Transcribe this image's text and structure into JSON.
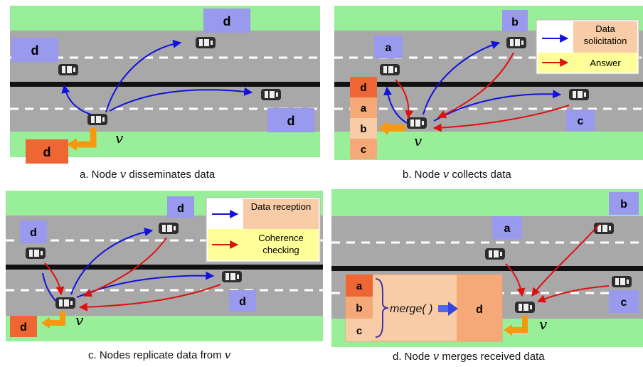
{
  "colors": {
    "grass": "#99ee99",
    "road": "#a8a8a8",
    "median": "#111111",
    "dash": "#ffffff",
    "data_box": "#9999ee",
    "store_dark": "#ee6633",
    "store_light": "#f8cca6",
    "store_mid": "#f5a878",
    "orange_arrow": "#f59a10",
    "blue_arrow": "#1111dd",
    "red_arrow": "#dd1111",
    "legend_bg1": "#f8cca6",
    "legend_bg2": "#ffff99"
  },
  "node_symbol": "v",
  "panels": [
    {
      "id": "a",
      "caption_prefix": "a. Node",
      "caption_suffix": "disseminates data",
      "labels": {
        "d1": "d",
        "d2": "d",
        "d3": "d",
        "store": "d"
      }
    },
    {
      "id": "b",
      "caption_prefix": "b. Node",
      "caption_suffix": "collects data",
      "labels": {
        "a": "a",
        "b": "b",
        "c": "c"
      },
      "stack": [
        "d",
        "a",
        "b",
        "c"
      ],
      "legend": [
        {
          "arrow": "blue",
          "text": "Data solicitation"
        },
        {
          "arrow": "red",
          "text": "Answer"
        }
      ]
    },
    {
      "id": "c",
      "caption_prefix": "c. Nodes replicate data from",
      "caption_suffix": "",
      "labels": {
        "d1": "d",
        "d2": "d",
        "d3": "d",
        "store": "d"
      },
      "legend": [
        {
          "arrow": "blue",
          "text": "Data reception"
        },
        {
          "arrow": "red",
          "text": "Coherence checking"
        }
      ]
    },
    {
      "id": "d",
      "caption_prefix": "d. Node",
      "caption_suffix": "merges received data",
      "labels": {
        "a": "a",
        "b": "b",
        "c": "c"
      },
      "stack": [
        "a",
        "b",
        "c"
      ],
      "merge_label": "merge( )",
      "merge_result": "d"
    }
  ]
}
